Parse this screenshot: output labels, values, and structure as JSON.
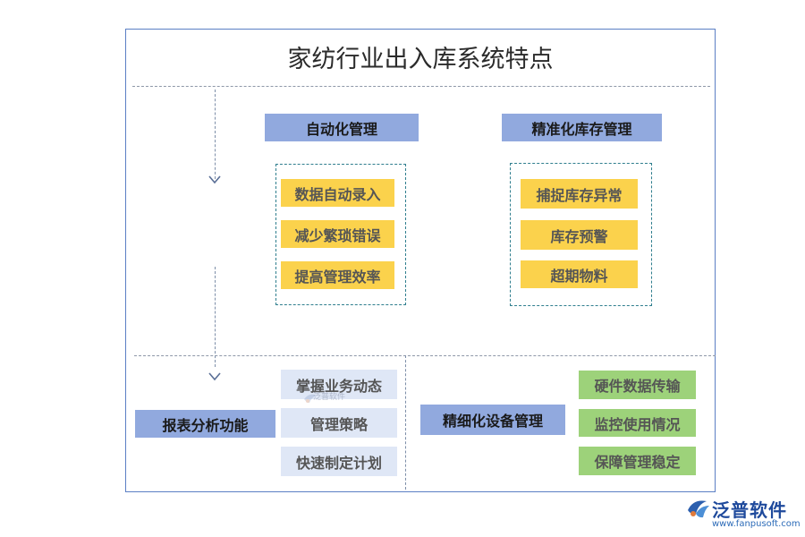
{
  "title": "家纺行业出入库系统特点",
  "automation": {
    "header": "自动化管理",
    "items": [
      "数据自动录入",
      "减少繁琐错误",
      "提高管理效率"
    ]
  },
  "inventory": {
    "header": "精准化库存管理",
    "items": [
      "捕捉库存异常",
      "库存预警",
      "超期物料"
    ]
  },
  "reporting": {
    "header": "报表分析功能",
    "items": [
      "掌握业务动态",
      "管理策略",
      "快速制定计划"
    ]
  },
  "equipment": {
    "header": "精细化设备管理",
    "items": [
      "硬件数据传输",
      "监控使用情况",
      "保障管理稳定"
    ]
  },
  "watermark": {
    "text": "泛普软件"
  },
  "logo": {
    "name": "泛普软件",
    "url": "www.fanpusoft.com"
  },
  "colors": {
    "header_blue": "#91a9de",
    "yellow": "#fbd24c",
    "pale_blue": "#dfe7f6",
    "green": "#9dd27a",
    "frame": "#5b7fc4"
  }
}
